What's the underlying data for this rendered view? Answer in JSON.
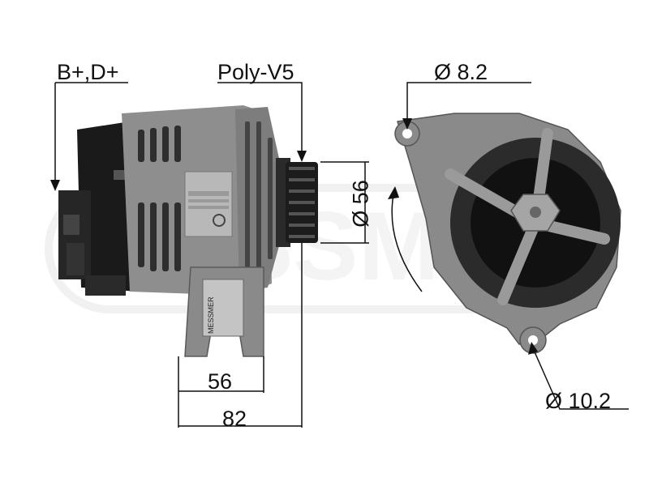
{
  "labels": {
    "terminals": "B+,D+",
    "belt": "Poly-V5",
    "hole_top": "Ø 8.2",
    "pulley_dia": "Ø 56",
    "dim_56": "56",
    "dim_82": "82",
    "hole_bottom": "Ø 10.2"
  },
  "watermark": "MESSMER",
  "nameplate": {
    "brand": "MESSMER"
  },
  "colors": {
    "body": "#8c8c8c",
    "body_dark": "#3a3a3a",
    "pulley": "#1c1c1c",
    "line": "#111111",
    "watermark": "#e8e8e8"
  }
}
